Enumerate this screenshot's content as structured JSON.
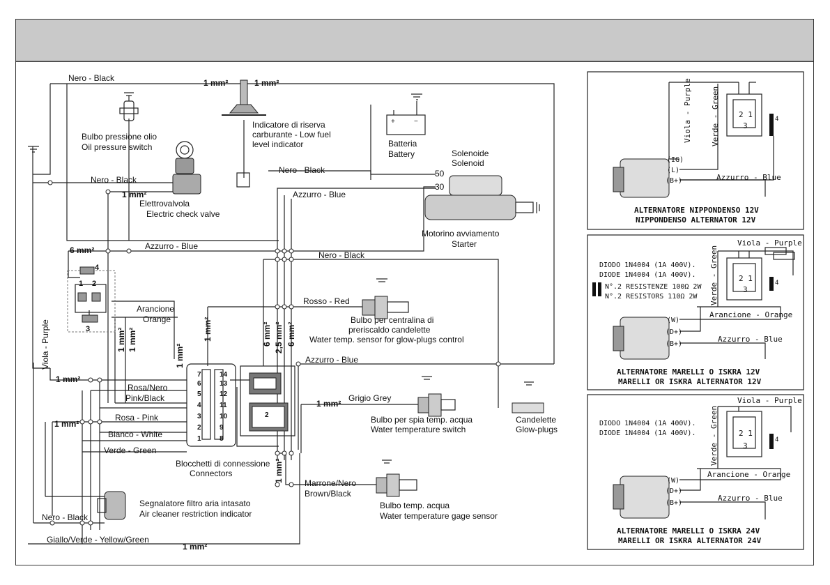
{
  "wires": {
    "nero_black": "Nero - Black",
    "mm1": "1 mm²",
    "azzurro_blue": "Azzurro - Blue",
    "mm6": "6 mm²",
    "mm2_5": "2,5 mm²",
    "arancione": "Arancione",
    "orange": "Orange",
    "viola_purple": "Viola - Purple",
    "rosso_red": "Rosso - Red",
    "rosa_nero": "Rosa/Nero",
    "pink_black": "Pink/Black",
    "rosa_pink": "Rosa - Pink",
    "bianco_white": "Bianco - White",
    "verde_green": "Verde - Green",
    "grigio_grey": "Grigio Grey",
    "marrone_nero": "Marrone/Nero",
    "brown_black": "Brown/Black",
    "giallo_verde": "Giallo/Verde - Yellow/Green"
  },
  "components": {
    "oil_it": "Bulbo pressione olio",
    "oil_en": "Oil pressure switch",
    "fuel_it1": "Indicatore di riserva",
    "fuel_it2": "carburante - Low fuel",
    "fuel_en": "level indicator",
    "battery_it": "Batteria",
    "battery_en": "Battery",
    "solenoid_it": "Solenoide",
    "solenoid_en": "Solenoid",
    "term50": "50",
    "term30": "30",
    "valve_it": "Elettrovalvola",
    "valve_en": "Electric check valve",
    "starter_it": "Motorino avviamento",
    "starter_en": "Starter",
    "glow_it1": "Bulbo per centralina di",
    "glow_it2": "preriscaldo candelette",
    "glow_en": "Water temp. sensor for glow-plugs control",
    "wts_it": "Bulbo per spia temp. acqua",
    "wts_en": "Water temperature switch",
    "plugs_it": "Candelette",
    "plugs_en": "Glow-plugs",
    "conn_it": "Blocchetti di connessione",
    "conn_en": "Connectors",
    "air_it": "Segnalatore filtro aria intasato",
    "air_en": "Air cleaner restriction indicator",
    "gage_it": "Bulbo temp. acqua",
    "gage_en": "Water temperature gage sensor"
  },
  "relay_pins": [
    "1",
    "2",
    "3",
    "4"
  ],
  "connector_pins": [
    "7",
    "6",
    "5",
    "4",
    "3",
    "2",
    "1",
    "14",
    "13",
    "12",
    "11",
    "10",
    "9",
    "8"
  ],
  "module_pin": "2",
  "panels": {
    "p1": {
      "viola": "Viola - Purple",
      "verde": "Verde - Green",
      "azzurro": "Azzurro - Blue",
      "ig": "(IG)",
      "l": "(L)",
      "b": "(B+)",
      "pins": "2 1",
      "pin3": "3",
      "pin4": "4",
      "title1": "ALTERNATORE NIPPONDENSO 12V",
      "title2": "NIPPONDENSO ALTERNATOR 12V"
    },
    "p2": {
      "diodo_it": "DIODO 1N4004 (1A 400V).",
      "diodo_en": "DIODE 1N4004 (1A 400V).",
      "res_it": "N°.2 RESISTENZE 100Ω 2W",
      "res_en": "N°.2 RESISTORS 110Ω 2W",
      "viola": "Viola - Purple",
      "verde": "Verde - Green",
      "arancione": "Arancione - Orange",
      "azzurro": "Azzurro - Blue",
      "w": "(W)",
      "d": "(D+)",
      "b": "(B+)",
      "pins": "2 1",
      "pin3": "3",
      "pin4": "4",
      "title1": "ALTERNATORE MARELLI O ISKRA 12V",
      "title2": "MARELLI OR ISKRA ALTERNATOR 12V"
    },
    "p3": {
      "diodo_it": "DIODO 1N4004 (1A 400V).",
      "diodo_en": "DIODE 1N4004 (1A 400V).",
      "viola": "Viola - Purple",
      "verde": "Verde - Green",
      "arancione": "Arancione - Orange",
      "azzurro": "Azzurro - Blue",
      "w": "(W)",
      "d": "(D+)",
      "b": "(B+)",
      "pins": "2 1",
      "pin3": "3",
      "pin4": "4",
      "title1": "ALTERNATORE MARELLI O ISKRA 24V",
      "title2": "MARELLI OR ISKRA ALTERNATOR 24V"
    }
  }
}
